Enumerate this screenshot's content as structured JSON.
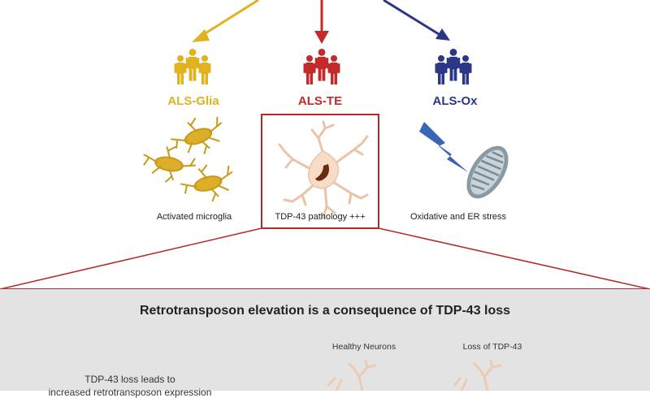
{
  "groups": [
    {
      "title": "ALS-Glia",
      "caption": "Activated microglia",
      "color": "#e0b21f"
    },
    {
      "title": "ALS-TE",
      "caption": "TDP-43 pathology +++",
      "color": "#c42a2a"
    },
    {
      "title": "ALS-Ox",
      "caption": "Oxidative and ER stress",
      "color": "#2a3786"
    }
  ],
  "panel": {
    "title": "Retrotransposon elevation is a consequence of TDP-43 loss",
    "healthy_label": "Healthy Neurons",
    "loss_label": "Loss of TDP-43",
    "text_line1": "TDP-43 loss leads to",
    "text_line2": "increased retrotransposon expression"
  },
  "colors": {
    "neuron_fill": "#f7dcc6",
    "neuron_stroke": "#e8c2a8",
    "nucleus": "#6b2a12",
    "lightning": "#3a64b6",
    "mito_outer": "#8a9aa4",
    "mito_inner": "#c9d3d8",
    "box_red": "#b32a2a"
  }
}
